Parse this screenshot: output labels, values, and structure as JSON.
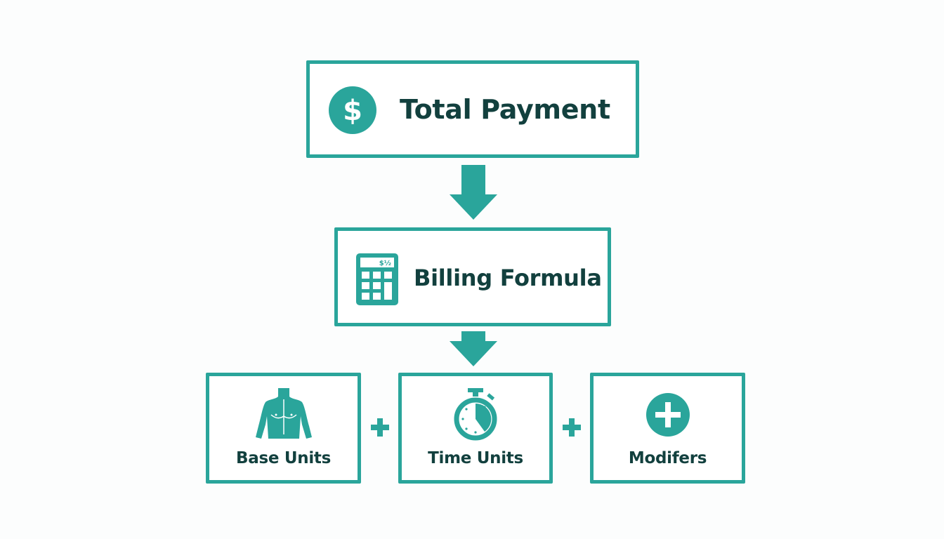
{
  "diagram": {
    "colors": {
      "accent": "#2aa59b",
      "text": "#12403e",
      "background": "#fcfdfd"
    },
    "nodes": {
      "total_payment": {
        "label": "Total Payment",
        "icon": "dollar-circle-icon"
      },
      "billing_formula": {
        "label": "Billing Formula",
        "icon": "calculator-icon",
        "calculator_display": "$½"
      },
      "base_units": {
        "label": "Base Units",
        "icon": "human-torso-icon"
      },
      "time_units": {
        "label": "Time Units",
        "icon": "stopwatch-icon"
      },
      "modifiers": {
        "label": "Modifers",
        "icon": "plus-circle-icon"
      }
    },
    "connectors": [
      {
        "from": "total_payment",
        "to": "billing_formula",
        "type": "down-arrow"
      },
      {
        "from": "billing_formula",
        "to": "components",
        "type": "down-arrow"
      }
    ],
    "operators": [
      {
        "between": [
          "base_units",
          "time_units"
        ],
        "symbol": "+"
      },
      {
        "between": [
          "time_units",
          "modifiers"
        ],
        "symbol": "+"
      }
    ]
  }
}
